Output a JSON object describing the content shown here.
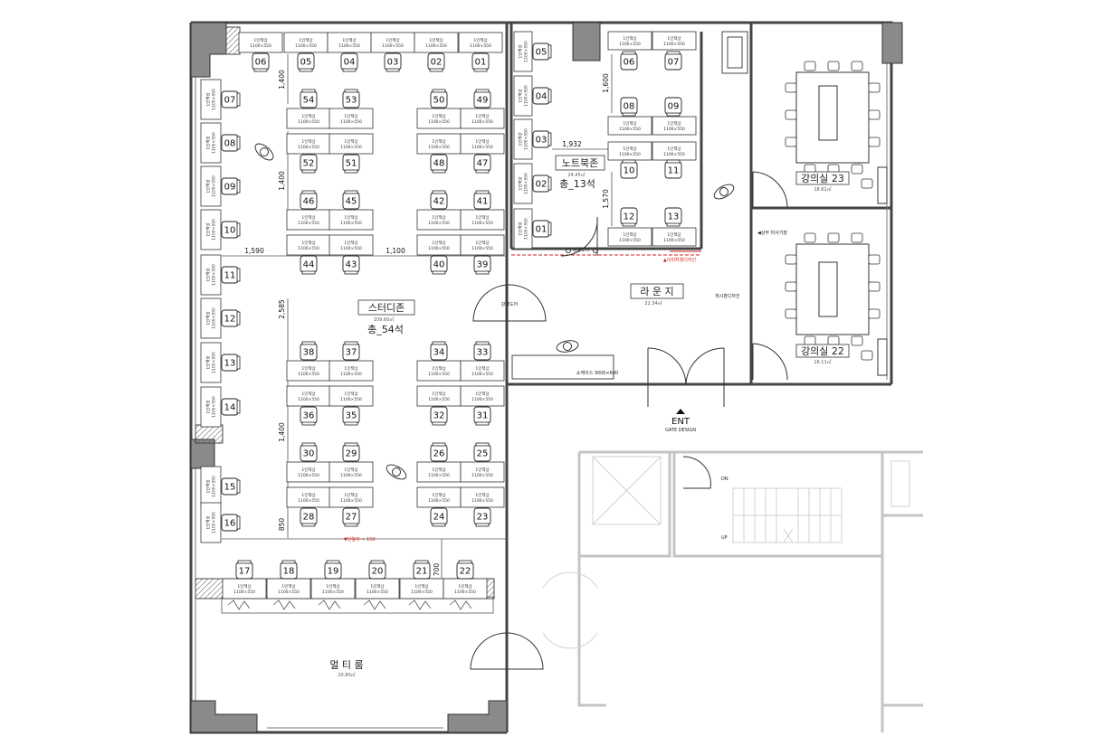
{
  "desk_label": [
    "1인책상",
    "1100×550"
  ],
  "rooms": [
    {
      "id": "study",
      "title": "스터디존",
      "area": "109.60㎡",
      "extra": "총_54석"
    },
    {
      "id": "notebook",
      "title": "노트북존",
      "area": "24.45㎡",
      "extra": "총_13석"
    },
    {
      "id": "lounge",
      "title": "라 운 지",
      "area": "22.34㎡",
      "extra": ""
    },
    {
      "id": "lecture23",
      "title": "강의실 23",
      "area": "18.81㎡",
      "extra": ""
    },
    {
      "id": "lecture22",
      "title": "강의실 22",
      "area": "16.11㎡",
      "extra": ""
    },
    {
      "id": "multi",
      "title": "멀 티 룸",
      "area": "20.80㎡",
      "extra": ""
    }
  ],
  "dimensions": [
    "1,400",
    "1,400",
    "1,590",
    "1,100",
    "2,585",
    "1,400",
    "850",
    "700",
    "1,600",
    "1,932",
    "1,570"
  ],
  "labels": {
    "entrance": "ENT",
    "gate": "GATE DESIGN",
    "study_door": "강화도어",
    "notebook_door": "강화도어",
    "counter": "쇼케이스 3000×600",
    "sign1": "▲이미지월디자인",
    "sign2": "◀상부 미서기장",
    "sign3": "게시판디자인",
    "step": "▼단높이 + 150",
    "stair_down": "DN",
    "stair_up": "UP"
  },
  "seats": {
    "study_top": [
      "06",
      "05",
      "04",
      "03",
      "02",
      "01"
    ],
    "study_left": [
      "07",
      "08",
      "09",
      "10",
      "11",
      "12",
      "13",
      "14",
      "15",
      "16"
    ],
    "study_bottom": [
      "17",
      "18",
      "19",
      "20",
      "21",
      "22"
    ],
    "clusters": [
      [
        "54",
        "53",
        "52",
        "51"
      ],
      [
        "50",
        "49",
        "48",
        "47"
      ],
      [
        "46",
        "45",
        "44",
        "43"
      ],
      [
        "42",
        "41",
        "40",
        "39"
      ],
      [
        "38",
        "37",
        "36",
        "35"
      ],
      [
        "34",
        "33",
        "32",
        "31"
      ],
      [
        "30",
        "29",
        "28",
        "27"
      ],
      [
        "26",
        "25",
        "24",
        "23"
      ]
    ],
    "notebook_left": [
      "05",
      "04",
      "03",
      "02",
      "01"
    ],
    "notebook_right": [
      "06",
      "07",
      "08",
      "09",
      "10",
      "11",
      "12",
      "13"
    ]
  }
}
